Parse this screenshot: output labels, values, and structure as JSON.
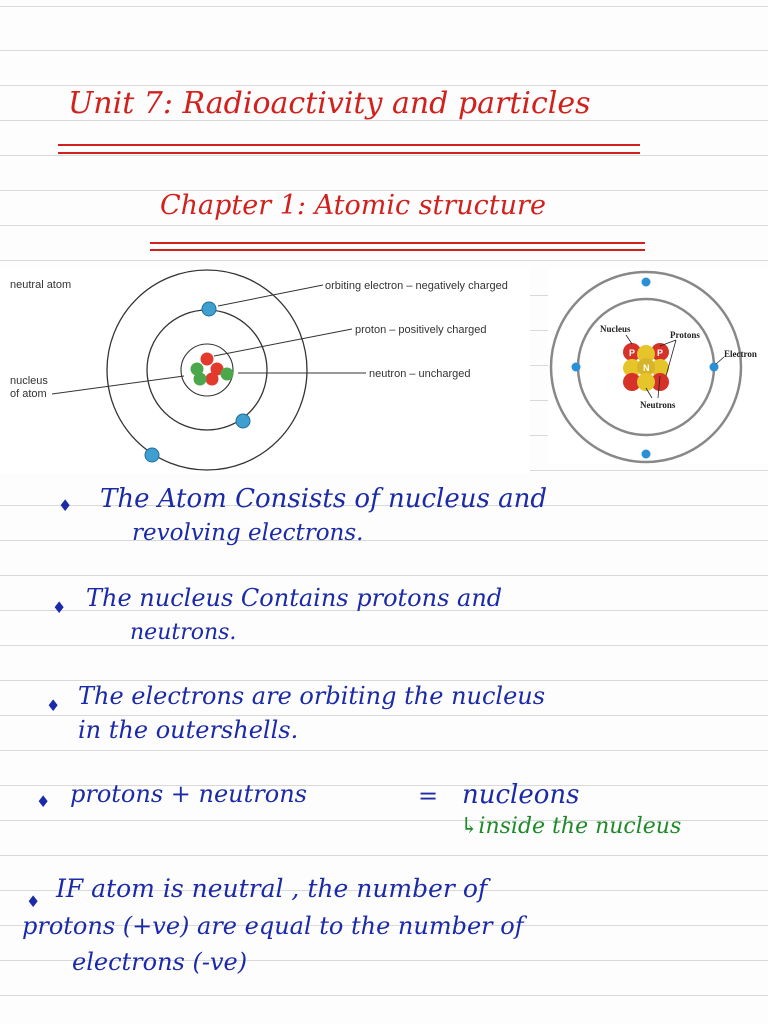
{
  "header": {
    "unit_title": "Unit 7: Radioactivity and particles",
    "chapter_title": "Chapter 1: Atomic structure"
  },
  "diagram_left": {
    "neutral_atom": "neutral atom",
    "nucleus_of_atom_line1": "nucleus",
    "nucleus_of_atom_line2": "of atom",
    "orbiting_electron": "orbiting electron – negatively charged",
    "proton": "proton – positively charged",
    "neutron": "neutron – uncharged"
  },
  "diagram_right": {
    "nucleus": "Nucleus",
    "protons": "Protons",
    "electron": "Electron",
    "neutrons": "Neutrons",
    "p": "P",
    "n": "N"
  },
  "notes": {
    "bullet": "♦",
    "n1_line1": "The Atom   Consists  of nucleus   and",
    "n1_line2": "revolving  electrons.",
    "n2_line1": "The nucleus   Contains   protons    and",
    "n2_line2": "neutrons.",
    "n3_line1": "The electrons   are   orbiting  the nucleus",
    "n3_line2": "in the outershells.",
    "n4_left": "protons  + neutrons",
    "n4_equals": "=",
    "n4_right": "nucleons",
    "n4_sub": "↳inside the nucleus",
    "n5_line1": "IF atom   is   neutral , the number   of",
    "n5_line2": "protons  (+ve)   are  equal  to the  number  of",
    "n5_line3": "electrons  (-ve)"
  }
}
